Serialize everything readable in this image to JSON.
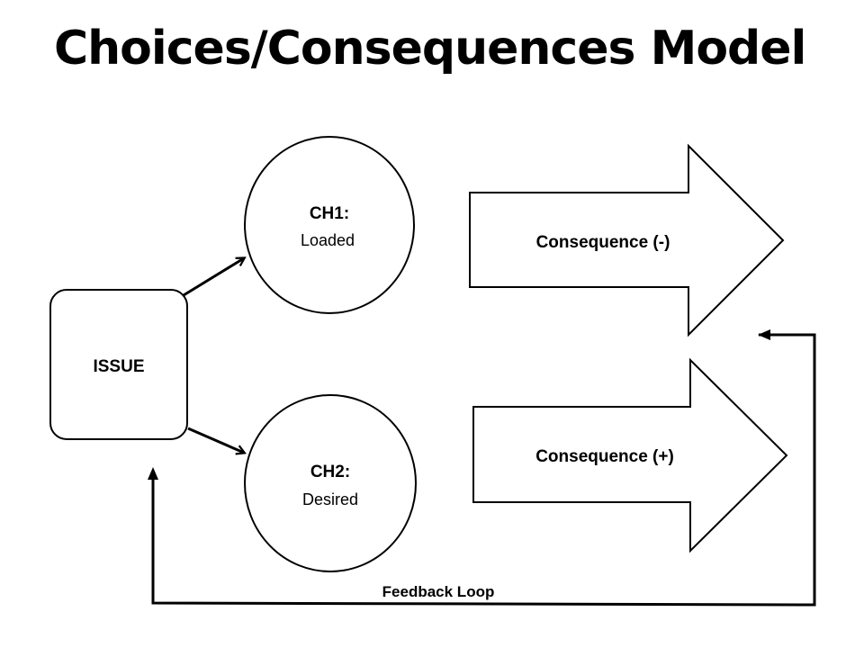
{
  "title": "Choices/Consequences Model",
  "nodes": {
    "issue": {
      "label": "ISSUE"
    },
    "ch1": {
      "title": "CH1:",
      "subtitle": "Loaded"
    },
    "ch2": {
      "title": "CH2:",
      "subtitle": "Desired"
    },
    "consequence_negative": {
      "label": "Consequence (-)"
    },
    "consequence_positive": {
      "label": "Consequence (+)"
    }
  },
  "feedback": {
    "label": "Feedback Loop"
  },
  "colors": {
    "stroke": "#000000",
    "fill": "#ffffff",
    "text": "#000000"
  }
}
